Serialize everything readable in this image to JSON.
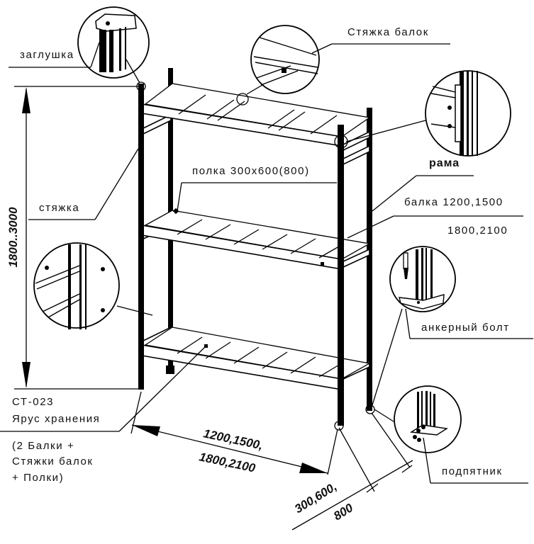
{
  "diagram": {
    "title": "Rack assembly diagram",
    "labels": {
      "end_cap": "заглушка",
      "beam_tie": "Стяжка балок",
      "frame": "рама",
      "shelf": "полка 300x600(800)",
      "tie": "стяжка",
      "beam_line1": "балка 1200,1500",
      "beam_line2": "1800,2100",
      "anchor_bolt": "анкерный  болт",
      "foot_plate": "подпятник",
      "code": "СТ-023",
      "tier": "Ярус хранения",
      "tier_note_1": "(2 Балки +",
      "tier_note_2": "Стяжки балок",
      "tier_note_3": " + Полки)"
    },
    "dimensions": {
      "height": "1800..3000",
      "length_line1": "1200,1500,",
      "length_line2": "1800,2100",
      "depth_line1": "300,600,",
      "depth_line2": "800"
    }
  }
}
